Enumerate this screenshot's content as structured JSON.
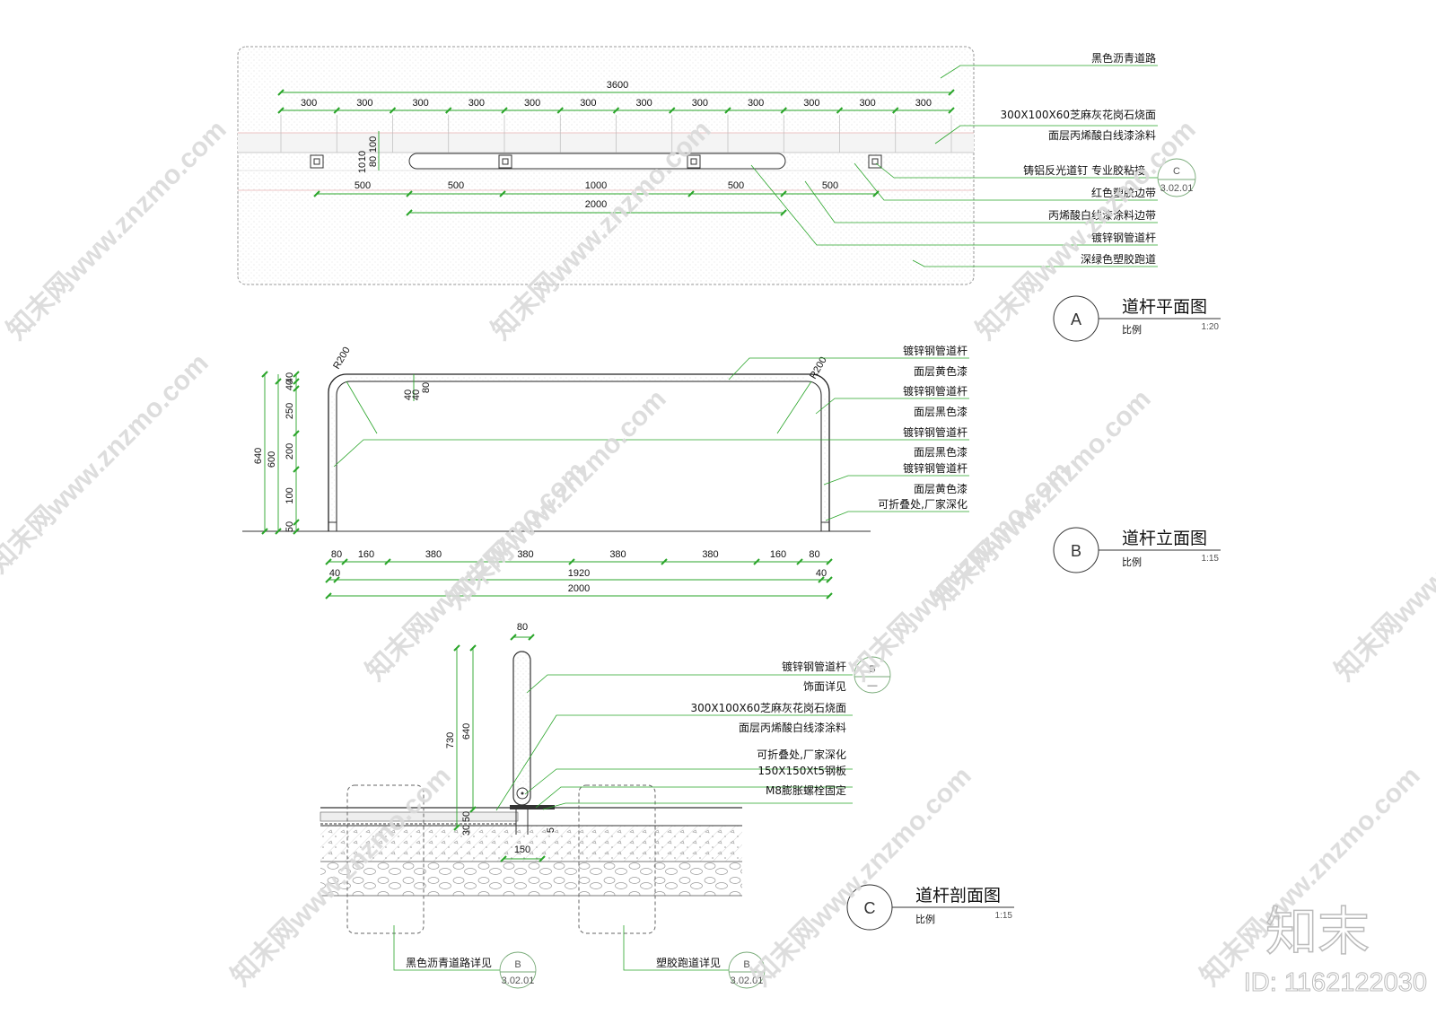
{
  "plan": {
    "total": "3600",
    "top_segments": [
      "300",
      "300",
      "300",
      "300",
      "300",
      "300",
      "300",
      "300",
      "300",
      "300",
      "300",
      "300"
    ],
    "side_dims": [
      "100",
      "80",
      "10",
      "10"
    ],
    "bottom_segments": [
      "500",
      "500",
      "1000",
      "500",
      "500"
    ],
    "overall": "2000",
    "labels": [
      "黑色沥青道路",
      "300X100X60芝麻灰花岗石烧面",
      "面层丙烯酸白线漆涂料",
      "铸铝反光道钉 专业胶粘接",
      "红色塑胶边带",
      "丙烯酸白线漆涂料边带",
      "镀锌钢管道杆",
      "深绿色塑胶跑道"
    ],
    "ref_letter": "C",
    "ref_sheet": "3.02.01"
  },
  "elevation": {
    "radius_left": "R200",
    "radius_right": "R200",
    "left_dims": [
      "40",
      "40",
      "250",
      "200",
      "100",
      "50"
    ],
    "left_total_outer": "640",
    "left_total_inner": "600",
    "top_dims": [
      "40",
      "40",
      "80"
    ],
    "bottom_segments": [
      "80",
      "160",
      "380",
      "380",
      "380",
      "380",
      "160",
      "80"
    ],
    "bottom_middle": [
      "40",
      "1920",
      "40"
    ],
    "overall": "2000",
    "labels": [
      "镀锌钢管道杆",
      "面层黄色漆",
      "镀锌钢管道杆",
      "面层黑色漆",
      "镀锌钢管道杆",
      "面层黑色漆",
      "镀锌钢管道杆",
      "面层黄色漆",
      "可折叠处,厂家深化"
    ]
  },
  "section": {
    "top_dim": "80",
    "height_outer": "730",
    "height_inner": "640",
    "small_dims": [
      "50",
      "30"
    ],
    "base_dim": "150",
    "bolt_dim": "5",
    "labels": [
      "镀锌钢管道杆",
      "饰面详见",
      "300X100X60芝麻灰花岗石烧面",
      "面层丙烯酸白线漆涂料",
      "可折叠处,厂家深化",
      "150X150Xt5钢板",
      "M8膨胀螺栓固定"
    ],
    "ref_letter": "B",
    "ref_sheet": "—",
    "bottom_left_label": "黑色沥青道路详见",
    "bottom_right_label": "塑胶跑道详见",
    "bottom_ref_letter": "B",
    "bottom_ref_sheet": "3.02.01"
  },
  "titles": [
    {
      "letter": "A",
      "name": "道杆平面图",
      "scale_word": "比例",
      "scale": "1:20"
    },
    {
      "letter": "B",
      "name": "道杆立面图",
      "scale_word": "比例",
      "scale": "1:15"
    },
    {
      "letter": "C",
      "name": "道杆剖面图",
      "scale_word": "比例",
      "scale": "1:15"
    }
  ],
  "watermark": {
    "text": "知末网www.znzmo.com",
    "logo": "知末",
    "id": "ID: 1162122030"
  }
}
